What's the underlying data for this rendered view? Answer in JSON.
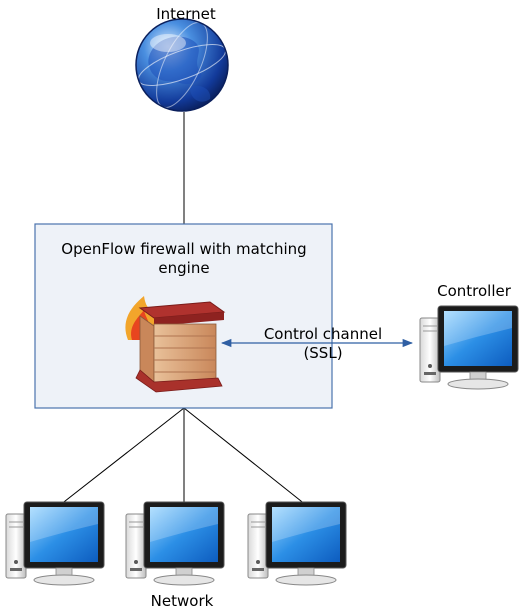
{
  "nodes": {
    "internet": "Internet",
    "firewall": "OpenFlow firewall with matching\nengine",
    "controller": "Controller",
    "channel": "Control channel\n(SSL)",
    "network": "Network"
  },
  "icons": [
    "globe-icon",
    "firewall-icon",
    "computer-icon"
  ],
  "colors": {
    "box_fill": "#eef2f8",
    "box_border": "#4a73ad",
    "arrow": "#2f5fa3",
    "line": "#000000"
  }
}
